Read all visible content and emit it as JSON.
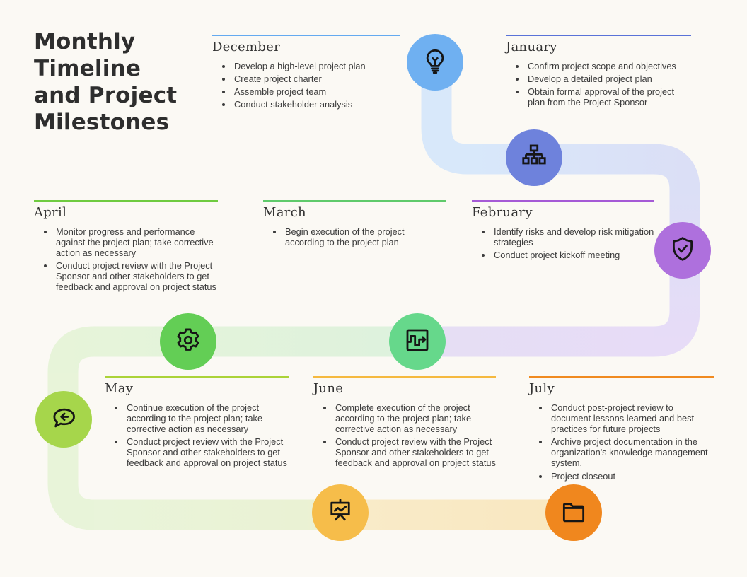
{
  "title": {
    "text": "Monthly Timeline and Project Milestones",
    "lines": [
      "Monthly",
      "Timeline",
      "and Project",
      "Milestones"
    ]
  },
  "months": [
    {
      "name": "December",
      "accent": "#64aaf0",
      "circle_color": "#6fb0f1",
      "icon": "lightbulb-icon",
      "items": [
        "Develop a high-level project plan",
        "Create project charter",
        "Assemble project team",
        "Conduct stakeholder analysis"
      ]
    },
    {
      "name": "January",
      "accent": "#5a73d8",
      "circle_color": "#6e82dc",
      "icon": "org-chart-icon",
      "items": [
        "Confirm project scope and objectives",
        "Develop a detailed project plan",
        "Obtain formal approval of the project plan from the Project Sponsor"
      ]
    },
    {
      "name": "February",
      "accent": "#a55ad6",
      "circle_color": "#ae70dd",
      "icon": "shield-check-icon",
      "items": [
        "Identify risks and develop risk mitigation strategies",
        "Conduct project kickoff meeting"
      ]
    },
    {
      "name": "March",
      "accent": "#5fca6b",
      "circle_color": "#66d88b",
      "icon": "workflow-arrow-icon",
      "items": [
        "Begin execution of the project according to the project plan"
      ]
    },
    {
      "name": "April",
      "accent": "#6fcb40",
      "circle_color": "#63ce55",
      "icon": "gear-icon",
      "items": [
        "Monitor progress and performance against the project plan; take corrective action as necessary",
        "Conduct project review with the Project Sponsor and other stakeholders to get feedback and approval on project status"
      ]
    },
    {
      "name": "May",
      "accent": "#abd338",
      "circle_color": "#a6d64b",
      "icon": "speech-reply-icon",
      "items": [
        "Continue execution of the project according to the project plan; take corrective action as necessary",
        "Conduct project review with the Project Sponsor and other stakeholders to get feedback and approval on project status"
      ]
    },
    {
      "name": "June",
      "accent": "#f5b93f",
      "circle_color": "#f6bd4a",
      "icon": "presentation-chart-icon",
      "items": [
        "Complete execution of the project according to the project plan; take corrective action as necessary",
        "Conduct project review with the Project Sponsor and other stakeholders to get feedback and approval on project status"
      ]
    },
    {
      "name": "July",
      "accent": "#f08a20",
      "circle_color": "#f0871e",
      "icon": "folder-icon",
      "items": [
        "Conduct post-project review to document lessons learned and best practices for future projects",
        "Archive project documentation in the organization's knowledge management system.",
        "Project closeout"
      ]
    }
  ],
  "connector_colors": {
    "light_blue": "#d8e8fa",
    "light_periwinkle": "#dbdff6",
    "light_purple": "#e7dcf7",
    "light_green": "#def2dd",
    "light_yellow_green": "#e8f4d9",
    "light_amber": "#f9e7c0"
  },
  "background_color": "#fbf9f4"
}
